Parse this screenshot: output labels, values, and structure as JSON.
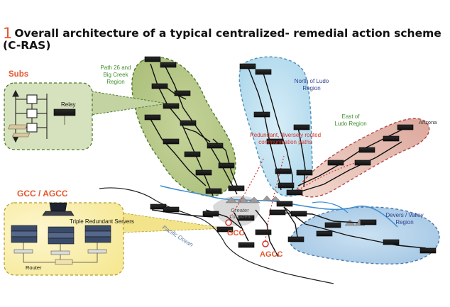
{
  "title": {
    "number": "1",
    "line1": "Overall architecture of a typical centralized- remedial action scheme",
    "line2": "(C-RAS)"
  },
  "labels": {
    "subs": "Subs",
    "relay": "Relay",
    "gcc_agcc": "GCC / AGCC",
    "triple_redundant_servers": "Triple Redundant Servers",
    "router": "Router",
    "path26_l1": "Path 26 and",
    "path26_l2": "Big Creek",
    "path26_l3": "Region",
    "north_ludo_l1": "North of Ludo",
    "north_ludo_l2": "Region",
    "east_ludo_l1": "East of",
    "east_ludo_l2": "Ludo Region",
    "arizona": "Arizona",
    "redundant_l1": "Redundant, diversely routed",
    "redundant_l2": "communication paths",
    "greater_la_l1": "Greater",
    "greater_la_l2": "Los Area",
    "pacific_ocean": "Pacific Ocean",
    "devers_l1": "Devers / Valley",
    "devers_l2": "Region",
    "gcc": "GCC",
    "agcc": "AGCC"
  },
  "colors": {
    "accent_orange": "#e4572e",
    "green_region": "#6e8f3c",
    "blue_region": "#3b4f9a",
    "red_region": "#b3474a",
    "callout_green": "#d6e2bd",
    "callout_yellow": "#f7e99a"
  }
}
